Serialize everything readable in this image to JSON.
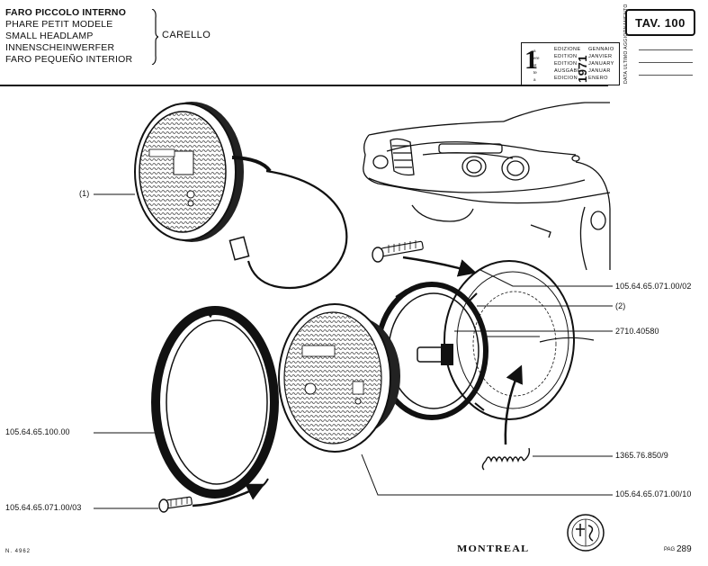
{
  "header": {
    "titles": [
      "FARO PICCOLO INTERNO",
      "PHARE PETIT MODELE",
      "SMALL HEADLAMP",
      "INNENSCHEINWERFER",
      "FARO PEQUEÑO INTERIOR"
    ],
    "maker": "CARELLO",
    "table_label": "TAV. 100"
  },
  "edition": {
    "number": "1",
    "superscripts": [
      "a",
      "ere",
      "st",
      "te",
      "a"
    ],
    "words": [
      "EDIZIONE",
      "EDITION",
      "EDITION",
      "AUSGABE",
      "EDICION"
    ],
    "year": "1971",
    "months": [
      "GENNAIO",
      "JANVIER",
      "JANUARY",
      "JANUAR",
      "ENERO"
    ],
    "update_label": "DATA ULTIMO AGGIORNAMENTO"
  },
  "callouts": {
    "item1": "(1)",
    "item2": "(2)",
    "screw_top": "105.64.65.071.00/02",
    "bulb": "2710.40580",
    "trim_ring": "105.64.65.100.00",
    "spring": "1365.76.850/9",
    "screw_bottom": "105.64.65.071.00/03",
    "lamp_unit": "105.64.65.071.00/10"
  },
  "footer": {
    "doc_number": "N. 4962",
    "brand": "MONTREAL",
    "page_prefix": "PAG",
    "page_number": "289"
  }
}
